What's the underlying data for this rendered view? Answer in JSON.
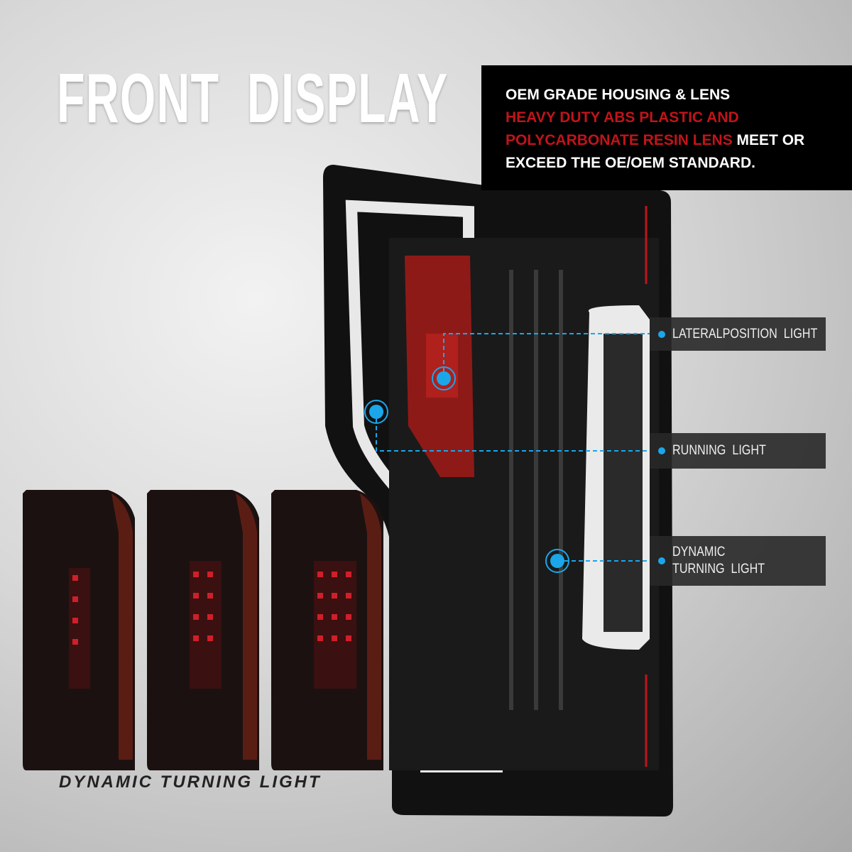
{
  "title": "FRONT  DISPLAY",
  "info": {
    "line1": "OEM GRADE HOUSING & LENS",
    "red_text": "HEAVY DUTY ABS PLASTIC AND POLYCARBONATE RESIN LENS",
    "white_text_after": " MEET OR EXCEED THE OE/OEM STANDARD."
  },
  "callouts": [
    {
      "label": "LATERALPOSITION  LIGHT"
    },
    {
      "label": "RUNNING  LIGHT"
    },
    {
      "label": "DYNAMIC\nTURNING  LIGHT"
    }
  ],
  "caption": "DYNAMIC TURNING LIGHT",
  "colors": {
    "accent_blue": "#1ba6ea",
    "red": "#c0141a",
    "label_bg": "#2f2f2f"
  }
}
